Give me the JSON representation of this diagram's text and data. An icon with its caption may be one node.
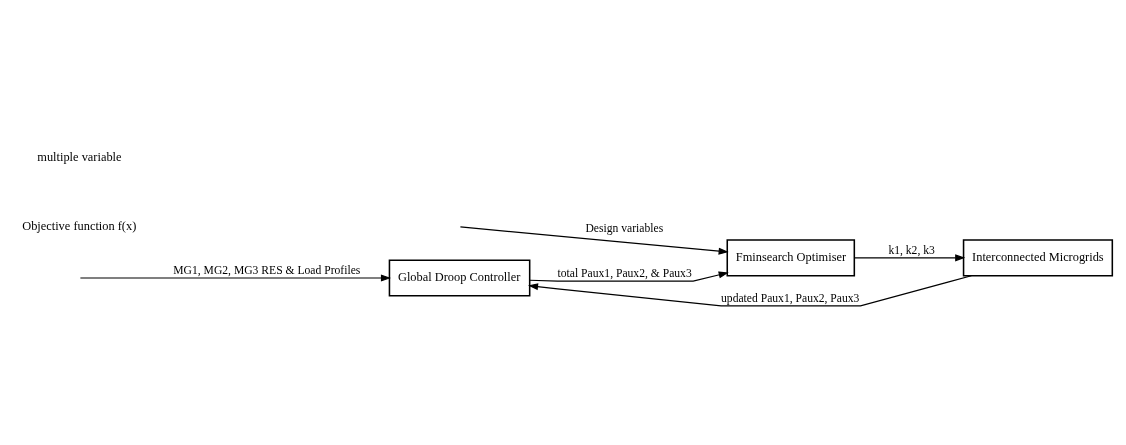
{
  "diagram": {
    "nodes": [
      {
        "text": [
          "Global Droop Controller"
        ]
      },
      {
        "text": [
          "Fminsearch Optimiser"
        ]
      },
      {
        "text": [
          "Interconnected Microgrids"
        ]
      }
    ],
    "edges": [
      {
        "from": null,
        "to": 0,
        "arrow": "to",
        "label": "MG1, MG2, MG3 RES & Load Profiles"
      },
      {
        "from": 0,
        "to": 1,
        "arrow": "to",
        "label": "total Paux1, Paux2, & Paux3"
      },
      {
        "from": null,
        "to": 1,
        "arrow": "to",
        "label": "Design variables"
      },
      {
        "from": 1,
        "to": 2,
        "arrow": "to",
        "label": "k1, k2, k3"
      },
      {
        "from": 2,
        "to": 0,
        "arrow": "to",
        "label": "updated Paux1, Paux2, Paux3"
      }
    ],
    "labels": [
      "Objective function f(x)",
      "multiple variable"
    ]
  }
}
